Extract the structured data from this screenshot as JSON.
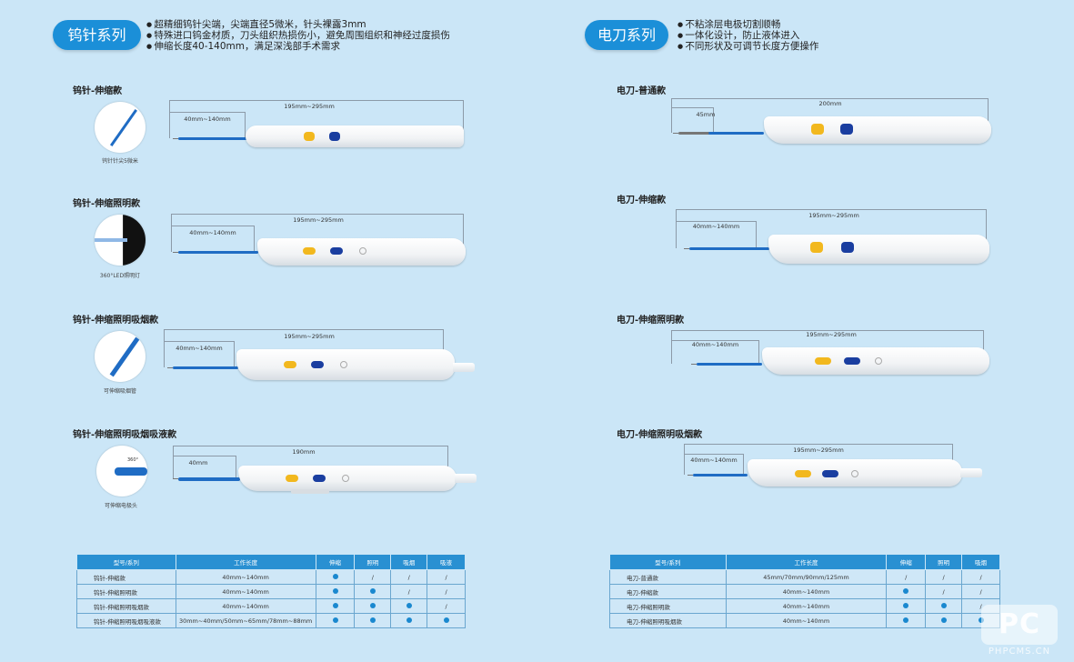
{
  "left": {
    "series_label": "钨针系列",
    "bullets": [
      "超精细钨针尖端，尖端直径5微米，针头裸露3mm",
      "特殊进口钨金材质，刀头组织热损伤小，避免周围组织和神经过度损伤",
      "伸缩长度40-140mm，满足深浅部手术需求"
    ],
    "products": [
      {
        "title": "钨针-伸缩款",
        "caption": "钨针针尖5微米",
        "total": "195mm~295mm",
        "tip": "40mm~140mm"
      },
      {
        "title": "钨针-伸缩照明款",
        "caption": "360°LED照明灯",
        "total": "195mm~295mm",
        "tip": "40mm~140mm"
      },
      {
        "title": "钨针-伸缩照明吸烟款",
        "caption": "可伸缩吸烟管",
        "total": "195mm~295mm",
        "tip": "40mm~140mm"
      },
      {
        "title": "钨针-伸缩照明吸烟吸液款",
        "caption": "可伸缩电极头",
        "total": "190mm",
        "tip": "40mm",
        "angle": "360°"
      }
    ],
    "table": {
      "headers": [
        "型号/系列",
        "工作长度",
        "伸缩",
        "照明",
        "吸烟",
        "吸液"
      ],
      "rows": [
        [
          "钨针-伸缩款",
          "40mm~140mm",
          "●",
          "/",
          "/",
          "/"
        ],
        [
          "钨针-伸缩照明款",
          "40mm~140mm",
          "●",
          "●",
          "/",
          "/"
        ],
        [
          "钨针-伸缩照明吸烟款",
          "40mm~140mm",
          "●",
          "●",
          "●",
          "/"
        ],
        [
          "钨针-伸缩照明吸烟吸液款",
          "30mm~40mm/50mm~65mm/78mm~88mm",
          "●",
          "●",
          "●",
          "●"
        ]
      ]
    }
  },
  "right": {
    "series_label": "电刀系列",
    "bullets": [
      "不粘涂层电极切割顺畅",
      "一体化设计，防止液体进入",
      "不同形状及可调节长度方便操作"
    ],
    "products": [
      {
        "title": "电刀-普通款",
        "total": "200mm",
        "tip": "45mm"
      },
      {
        "title": "电刀-伸缩款",
        "total": "195mm~295mm",
        "tip": "40mm~140mm"
      },
      {
        "title": "电刀-伸缩照明款",
        "total": "195mm~295mm",
        "tip": "40mm~140mm"
      },
      {
        "title": "电刀-伸缩照明吸烟款",
        "total": "195mm~295mm",
        "tip": "40mm~140mm"
      }
    ],
    "table": {
      "headers": [
        "型号/系列",
        "工作长度",
        "伸缩",
        "照明",
        "吸烟"
      ],
      "rows": [
        [
          "电刀-普通款",
          "45mm/70mm/90mm/125mm",
          "/",
          "/",
          "/"
        ],
        [
          "电刀-伸缩款",
          "40mm~140mm",
          "●",
          "/",
          "/"
        ],
        [
          "电刀-伸缩照明款",
          "40mm~140mm",
          "●",
          "●",
          "/"
        ],
        [
          "电刀-伸缩照明吸烟款",
          "40mm~140mm",
          "●",
          "●",
          "●"
        ]
      ]
    }
  },
  "watermark": {
    "logo": "PC",
    "text": "PHPCMS.CN"
  },
  "colors": {
    "background": "#cbe6f7",
    "accent": "#1b8fd8",
    "yellow_button": "#f2b81e",
    "blue_button": "#1a3ea0"
  }
}
